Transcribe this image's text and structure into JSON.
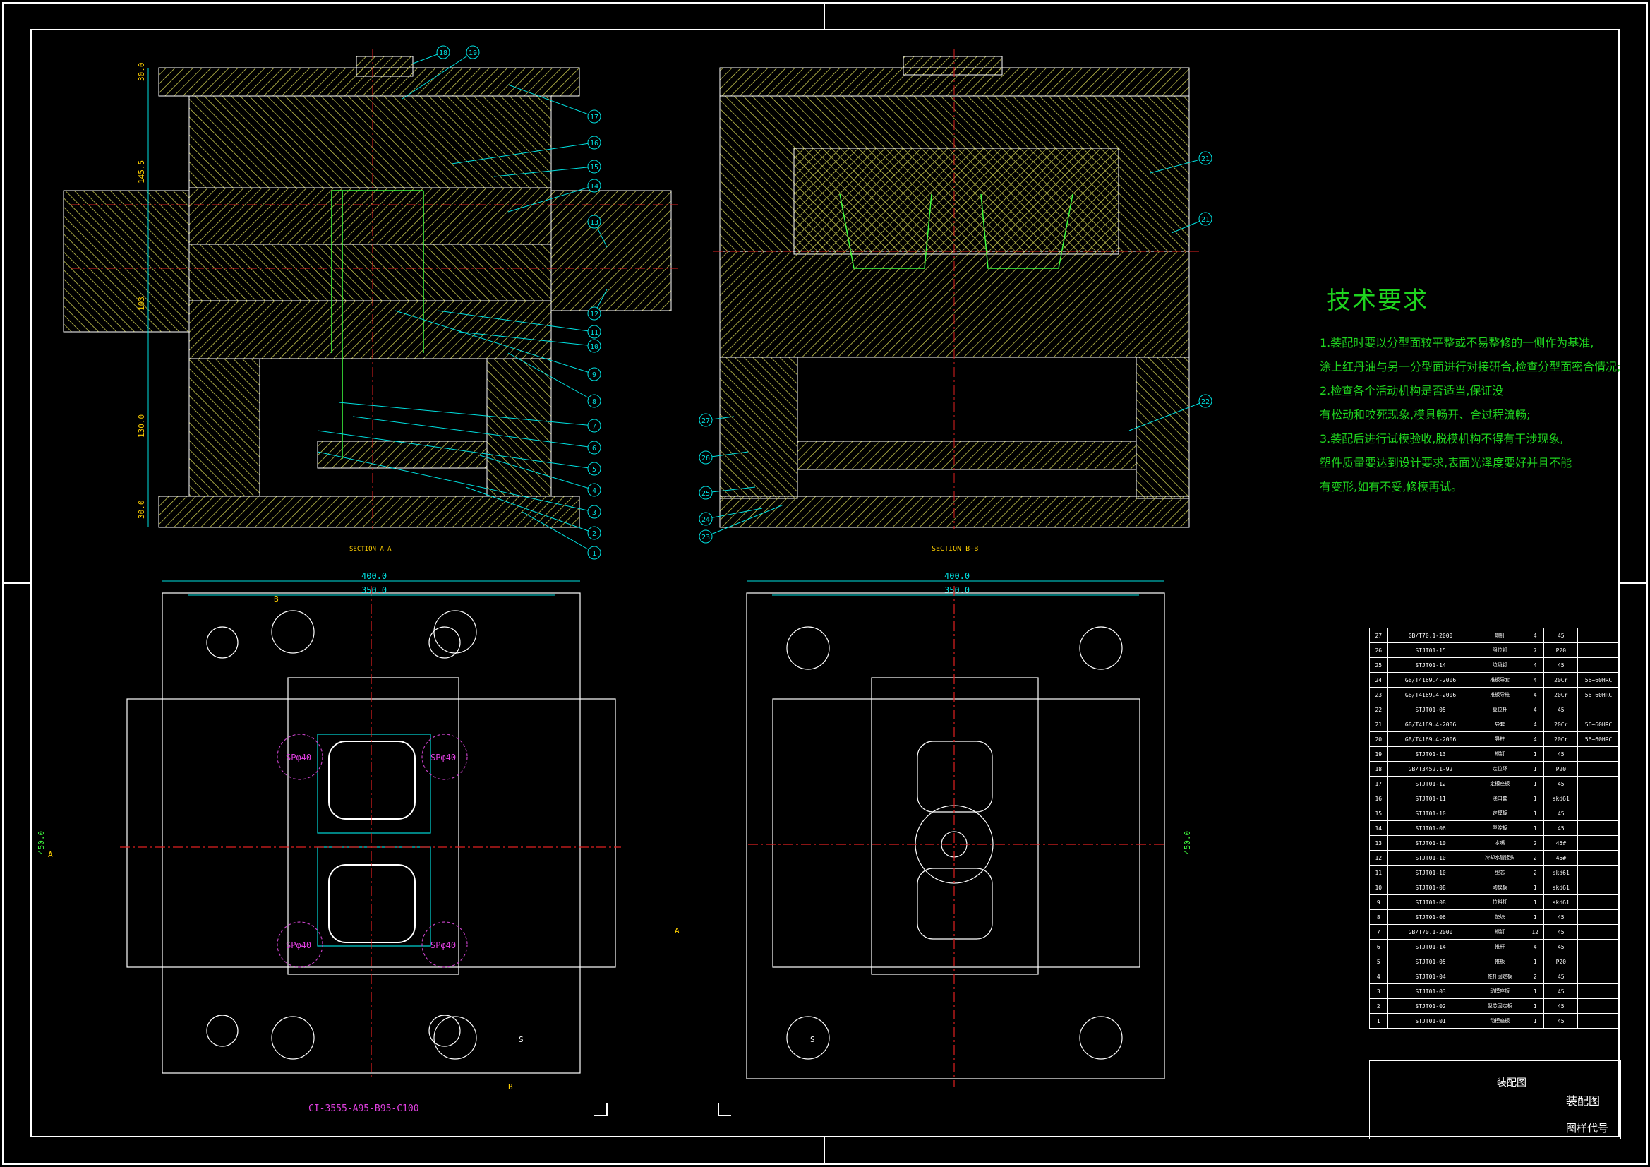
{
  "tech_requirements": {
    "title": "技术要求",
    "lines": [
      "1.装配时要以分型面较平整或不易整修的一侧作为基准,",
      "涂上红丹油与另一分型面进行对接研合,检查分型面密合情况;",
      "2.检查各个活动机构是否适当,保证没",
      "有松动和咬死现象,模具畅开、合过程流畅;",
      "3.装配后进行试模验收,脱模机构不得有干涉现象,",
      "塑件质量要达到设计要求,表面光泽度要好并且不能",
      "有变形,如有不妥,修模再试。"
    ]
  },
  "section_labels": {
    "a": "SECTION A—A",
    "b": "SECTION B—B"
  },
  "dimensions": {
    "top_left_vertical": [
      "30.0",
      "145.5",
      "103",
      "130.0",
      "30.0"
    ],
    "width_outer": "400.0",
    "width_inner": "350.0",
    "height_left": "450.0",
    "height_right": "450.0"
  },
  "balloons_left": [
    "18",
    "19",
    "17",
    "16",
    "15",
    "14",
    "13",
    "12",
    "11",
    "10",
    "9",
    "8",
    "7",
    "6",
    "5",
    "4",
    "3",
    "2",
    "1"
  ],
  "balloons_right": [
    "21",
    "21",
    "22",
    "27",
    "26",
    "25",
    "24",
    "23"
  ],
  "plan_labels": {
    "sp": "SPφ40",
    "sect_a": "A",
    "sect_b": "B",
    "sprue": "S"
  },
  "part_code": "CI-3555-A95-B95-C100",
  "bom": [
    {
      "no": "27",
      "code": "GB/T70.1-2000",
      "name": "螺钉",
      "qty": "4",
      "mat": "45",
      "rem": ""
    },
    {
      "no": "26",
      "code": "STJT01-15",
      "name": "限位钉",
      "qty": "7",
      "mat": "P20",
      "rem": ""
    },
    {
      "no": "25",
      "code": "STJT01-14",
      "name": "垃圾钉",
      "qty": "4",
      "mat": "45",
      "rem": ""
    },
    {
      "no": "24",
      "code": "GB/T4169.4-2006",
      "name": "推板导套",
      "qty": "4",
      "mat": "20Cr",
      "rem": "56~60HRC"
    },
    {
      "no": "23",
      "code": "GB/T4169.4-2006",
      "name": "推板导柱",
      "qty": "4",
      "mat": "20Cr",
      "rem": "56~60HRC"
    },
    {
      "no": "22",
      "code": "STJT01-05",
      "name": "复位杆",
      "qty": "4",
      "mat": "45",
      "rem": ""
    },
    {
      "no": "21",
      "code": "GB/T4169.4-2006",
      "name": "导套",
      "qty": "4",
      "mat": "20Cr",
      "rem": "56~60HRC"
    },
    {
      "no": "20",
      "code": "GB/T4169.4-2006",
      "name": "导柱",
      "qty": "4",
      "mat": "20Cr",
      "rem": "56~60HRC"
    },
    {
      "no": "19",
      "code": "STJT01-13",
      "name": "螺钉",
      "qty": "1",
      "mat": "45",
      "rem": ""
    },
    {
      "no": "18",
      "code": "GB/T3452.1-92",
      "name": "定位环",
      "qty": "1",
      "mat": "P20",
      "rem": ""
    },
    {
      "no": "17",
      "code": "STJT01-12",
      "name": "定模座板",
      "qty": "1",
      "mat": "45",
      "rem": ""
    },
    {
      "no": "16",
      "code": "STJT01-11",
      "name": "浇口套",
      "qty": "1",
      "mat": "skd61",
      "rem": ""
    },
    {
      "no": "15",
      "code": "STJT01-10",
      "name": "定模板",
      "qty": "1",
      "mat": "45",
      "rem": ""
    },
    {
      "no": "14",
      "code": "STJT01-06",
      "name": "型腔板",
      "qty": "1",
      "mat": "45",
      "rem": ""
    },
    {
      "no": "13",
      "code": "STJT01-10",
      "name": "水嘴",
      "qty": "2",
      "mat": "45#",
      "rem": ""
    },
    {
      "no": "12",
      "code": "STJT01-10",
      "name": "冷却水管接头",
      "qty": "2",
      "mat": "45#",
      "rem": ""
    },
    {
      "no": "11",
      "code": "STJT01-10",
      "name": "型芯",
      "qty": "2",
      "mat": "skd61",
      "rem": ""
    },
    {
      "no": "10",
      "code": "STJT01-08",
      "name": "动模板",
      "qty": "1",
      "mat": "skd61",
      "rem": ""
    },
    {
      "no": "9",
      "code": "STJT01-08",
      "name": "拉料杆",
      "qty": "1",
      "mat": "skd61",
      "rem": ""
    },
    {
      "no": "8",
      "code": "STJT01-06",
      "name": "垫块",
      "qty": "1",
      "mat": "45",
      "rem": ""
    },
    {
      "no": "7",
      "code": "GB/T70.1-2000",
      "name": "螺钉",
      "qty": "12",
      "mat": "45",
      "rem": ""
    },
    {
      "no": "6",
      "code": "STJT01-14",
      "name": "推杆",
      "qty": "4",
      "mat": "45",
      "rem": ""
    },
    {
      "no": "5",
      "code": "STJT01-05",
      "name": "推板",
      "qty": "1",
      "mat": "P20",
      "rem": ""
    },
    {
      "no": "4",
      "code": "STJT01-04",
      "name": "推杆固定板",
      "qty": "2",
      "mat": "45",
      "rem": ""
    },
    {
      "no": "3",
      "code": "STJT01-03",
      "name": "动模座板",
      "qty": "1",
      "mat": "45",
      "rem": ""
    },
    {
      "no": "2",
      "code": "STJT01-02",
      "name": "型芯固定板",
      "qty": "1",
      "mat": "45",
      "rem": ""
    },
    {
      "no": "1",
      "code": "STJT01-01",
      "name": "动模座板",
      "qty": "1",
      "mat": "45",
      "rem": ""
    }
  ],
  "title_block": {
    "name": "装配图",
    "name_right": "装配图",
    "drawing_code": "图样代号"
  }
}
